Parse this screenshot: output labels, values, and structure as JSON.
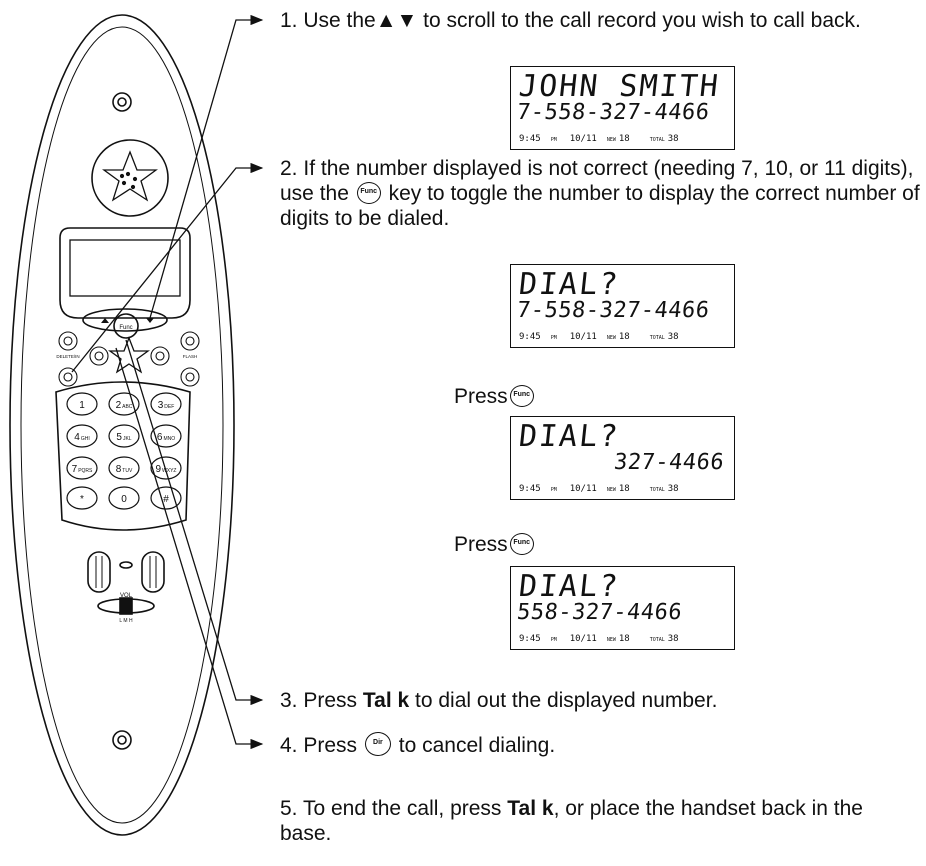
{
  "steps": [
    {
      "num": "1.",
      "pre": "Use the",
      "arrows": "▲▼",
      "post": "to scroll to the call record you wish to call back."
    },
    {
      "num": "2.",
      "pre": "If the number displayed is not correct (needing 7, 10, or 11 digits), use the",
      "post": "key to toggle the number to display the correct number of digits to be dialed."
    },
    {
      "num": "3.",
      "pre": "Press",
      "bold": "Tal k",
      "post": "to dial out the displayed number."
    },
    {
      "num": "4.",
      "pre": "Press",
      "post": "to cancel dialing."
    },
    {
      "num": "5.",
      "pre": "To end the call, press",
      "bold": "Tal k",
      "post": ", or place the handset back in the base."
    }
  ],
  "press_label": "Press",
  "func_key_label": "Func",
  "dir_key_label": "Dir",
  "displays": [
    {
      "line1": "JOHN SMITH",
      "line2": "7-558-327-4466"
    },
    {
      "line1": "DIAL?",
      "line2": "7-558-327-4466"
    },
    {
      "line1": "DIAL?",
      "line2": "327-4466"
    },
    {
      "line1": "DIAL?",
      "line2": "558-327-4466"
    }
  ],
  "status_bar": {
    "time": "9:45",
    "ampm": "PM",
    "date": "10/11",
    "new_label": "NEW",
    "new_count": "18",
    "total_label": "TOTAL",
    "total_count": "38"
  },
  "handset": {
    "keypad": [
      "1",
      "2 ABC",
      "3 DEF",
      "4 GHI",
      "5 JKL",
      "6 MNO",
      "7 PQRS",
      "8 TUV",
      "9 WXYZ",
      "*",
      "0",
      "#"
    ],
    "vol_label": "VOL",
    "vol_levels": "L  M  H"
  }
}
